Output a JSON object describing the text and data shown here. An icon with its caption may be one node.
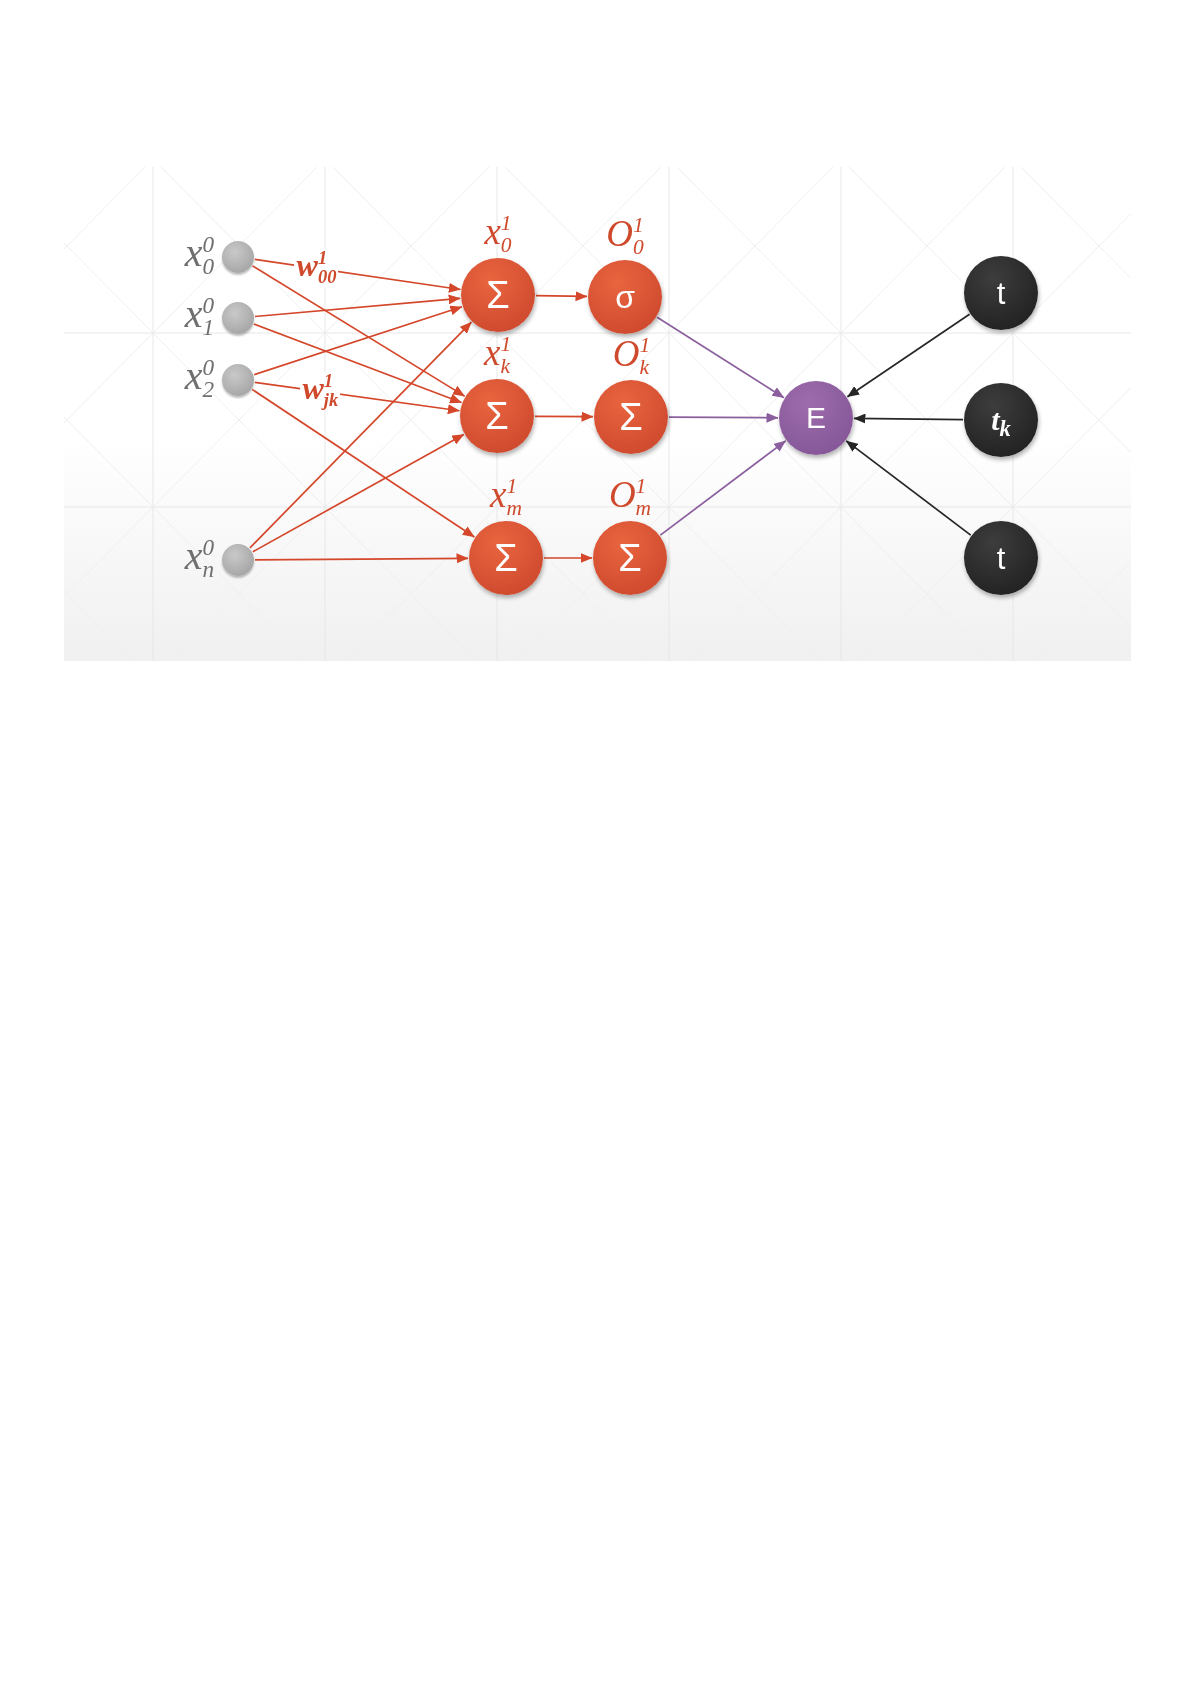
{
  "diagram": {
    "nodes": [
      {
        "text": [],
        "shape": "circle",
        "beside": [
          "x$^{0}$$_{0}$"
        ]
      },
      {
        "text": [],
        "shape": "circle",
        "beside": [
          "x$^{0}$$_{1}$"
        ]
      },
      {
        "text": [],
        "shape": "circle",
        "beside": [
          "x$^{0}$$_{2}$"
        ]
      },
      {
        "text": [],
        "shape": "circle",
        "beside": [
          "x$^{0}$$_{n}$"
        ]
      },
      {
        "text": [
          "Σ"
        ],
        "beside": [
          "x$^{1}$$_{0}$"
        ]
      },
      {
        "text": [
          "Σ"
        ],
        "beside": [
          "x$^{1}$$_{k}$"
        ]
      },
      {
        "text": [
          "Σ"
        ],
        "beside": [
          "x$^{1}$$_{m}$"
        ]
      },
      {
        "text": [
          "σ"
        ],
        "beside": [
          "O$^{1}$$_{0}$"
        ]
      },
      {
        "text": [
          "Σ"
        ],
        "beside": [
          "O$^{1}$$_{k}$"
        ]
      },
      {
        "text": [
          "Σ"
        ],
        "beside": [
          "O$^{1}$$_{m}$"
        ]
      },
      {
        "text": [
          "E"
        ]
      },
      {
        "text": [
          "t"
        ]
      },
      {
        "text": [
          "t$_{k}$"
        ]
      },
      {
        "text": [
          "t"
        ]
      }
    ],
    "edges": [
      {
        "from": 0,
        "to": 4,
        "arrow": "to",
        "label": "w$^{1}$$_{00}$"
      },
      {
        "from": 0,
        "to": 5,
        "arrow": "to"
      },
      {
        "from": 1,
        "to": 4,
        "arrow": "to"
      },
      {
        "from": 1,
        "to": 5,
        "arrow": "to"
      },
      {
        "from": 2,
        "to": 4,
        "arrow": "to"
      },
      {
        "from": 2,
        "to": 5,
        "arrow": "to",
        "label": "w$^{1}$$_{jk}$"
      },
      {
        "from": 2,
        "to": 6,
        "arrow": "to"
      },
      {
        "from": 3,
        "to": 4,
        "arrow": "to"
      },
      {
        "from": 3,
        "to": 5,
        "arrow": "to"
      },
      {
        "from": 3,
        "to": 6,
        "arrow": "to"
      },
      {
        "from": 4,
        "to": 7,
        "arrow": "to"
      },
      {
        "from": 5,
        "to": 8,
        "arrow": "to"
      },
      {
        "from": 6,
        "to": 9,
        "arrow": "to"
      },
      {
        "from": 7,
        "to": 10,
        "arrow": "to",
        "color": "#8b5f9e"
      },
      {
        "from": 8,
        "to": 10,
        "arrow": "to",
        "color": "#8b5f9e"
      },
      {
        "from": 9,
        "to": 10,
        "arrow": "to",
        "color": "#8b5f9e"
      },
      {
        "from": 11,
        "to": 10,
        "arrow": "to",
        "color": "#262626"
      },
      {
        "from": 12,
        "to": 10,
        "arrow": "to",
        "color": "#262626"
      },
      {
        "from": 13,
        "to": 10,
        "arrow": "to",
        "color": "#262626"
      }
    ]
  }
}
